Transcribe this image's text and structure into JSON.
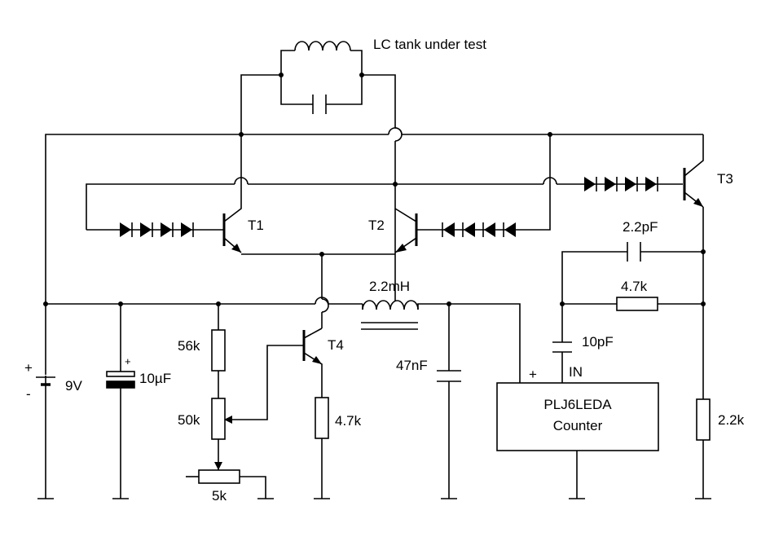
{
  "labels": {
    "lc_tank": "LC tank under test",
    "t1": "T1",
    "t2": "T2",
    "t3": "T3",
    "t4": "T4",
    "inductor": "2.2mH",
    "cap_22pf": "2.2pF",
    "res_47k_top": "4.7k",
    "cap_10pf": "10pF",
    "in_label": "IN",
    "plus_label": "+",
    "counter_name": "PLJ6LEDA",
    "counter_word": "Counter",
    "cap_47nf": "47nF",
    "res_56k": "56k",
    "pot_50k": "50k",
    "pot_5k": "5k",
    "res_47k_t4": "4.7k",
    "res_22k": "2.2k",
    "battery": "9V",
    "battery_plus": "+",
    "battery_minus": "-",
    "elcap": "10µF",
    "elcap_plus": "+"
  }
}
